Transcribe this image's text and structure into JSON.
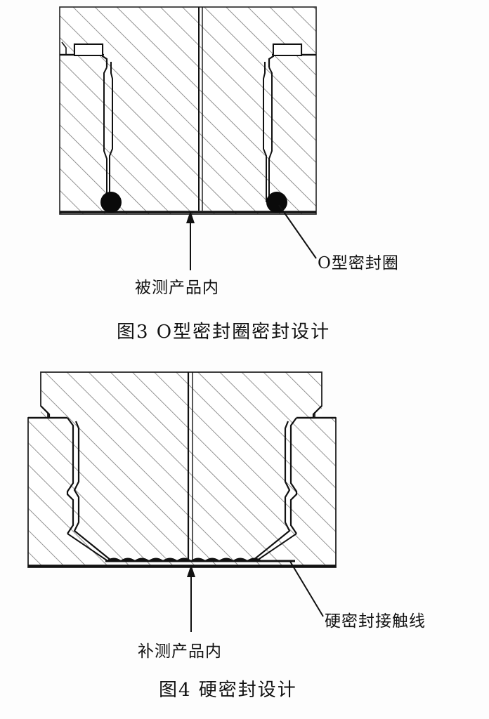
{
  "document": {
    "type": "technical-drawing-figures",
    "background_color": "#fdfdfd",
    "line_color": "#111111",
    "hatch_color": "#6b6b6b"
  },
  "figure3": {
    "callouts": {
      "inner_product": "被测产品内",
      "o_ring": "O型密封圈"
    },
    "caption": "图3 O型密封圈密封设计"
  },
  "figure4": {
    "callouts": {
      "inner_product": "补测产品内",
      "hard_seal_contact_line": "硬密封接触线"
    },
    "caption": "图4 硬密封设计"
  }
}
